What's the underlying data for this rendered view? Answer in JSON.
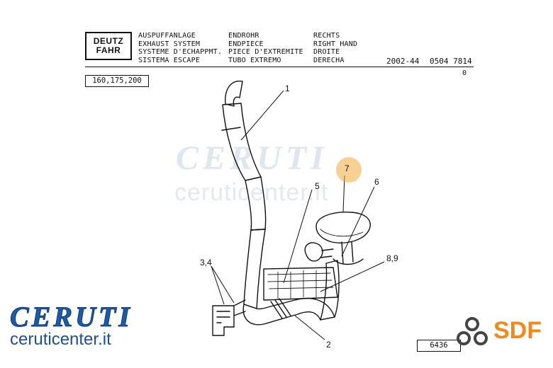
{
  "header": {
    "logo": [
      "DEUTZ",
      "FAHR"
    ],
    "col1": [
      "AUSPUFFANLAGE",
      "EXHAUST SYSTEM",
      "SYSTEME D'ECHAPPMT.",
      "SISTEMA ESCAPE"
    ],
    "col2": [
      "ENDROHR",
      "ENDPIECE",
      "PIECE D'EXTREMITE",
      "TUBO EXTREMO"
    ],
    "col3": [
      "RECHTS",
      "RIGHT HAND",
      "DROITE",
      "DERECHA"
    ],
    "date": "2002-44",
    "part_number": "0504 7814",
    "revision": "0"
  },
  "models": "160,175,200",
  "figure_number": "6436",
  "callouts": {
    "c1": "1",
    "c2": "2",
    "c34": "3,4",
    "c5": "5",
    "c6": "6",
    "c7": "7",
    "c89": "8,9"
  },
  "watermark": {
    "name": "CERUTI",
    "site": "ceruticenter.it"
  },
  "branding": {
    "name": "CERUTI",
    "site": "ceruticenter.it",
    "sdf": "SDF"
  },
  "colors": {
    "ceruti_blue": "#1d5aa8",
    "sdf_orange": "#f08a1c",
    "highlight": "#f0aa3c"
  }
}
